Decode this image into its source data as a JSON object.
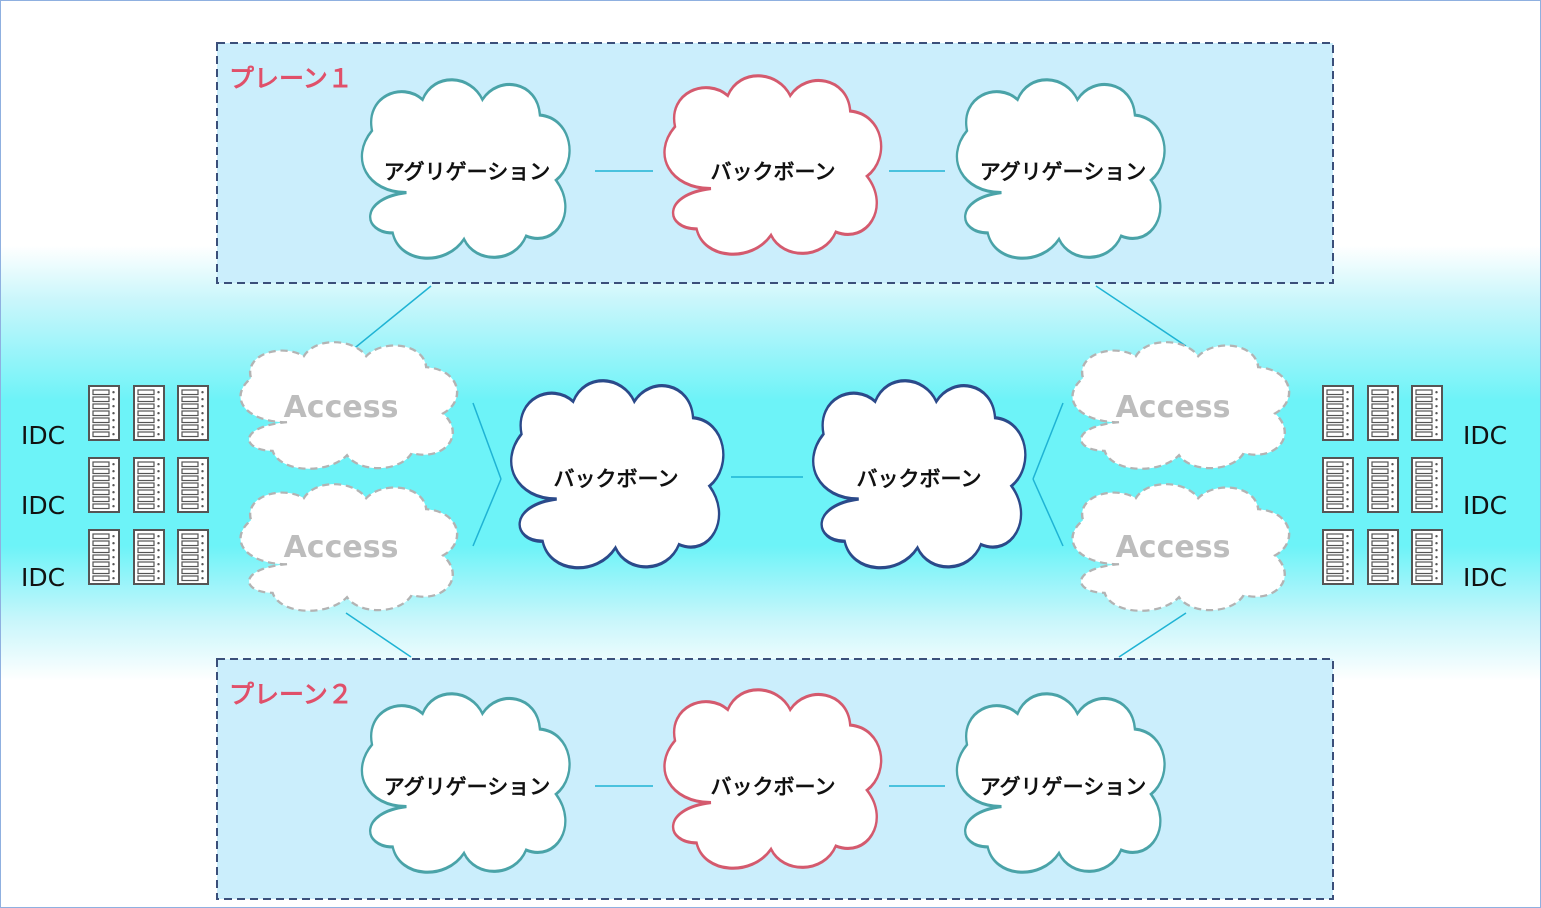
{
  "planes": [
    {
      "title": "プレーン１",
      "left": "アグリゲーション",
      "center": "バックボーン",
      "right": "アグリゲーション"
    },
    {
      "title": "プレーン２",
      "left": "アグリゲーション",
      "center": "バックボーン",
      "right": "アグリゲーション"
    }
  ],
  "middle": {
    "access_left": [
      "Access",
      "Access"
    ],
    "access_right": [
      "Access",
      "Access"
    ],
    "backbone_left": "バックボーン",
    "backbone_right": "バックボーン"
  },
  "idc": {
    "left": [
      "IDC",
      "IDC",
      "IDC"
    ],
    "right": [
      "IDC",
      "IDC",
      "IDC"
    ]
  },
  "colors": {
    "plane_fill": "#cbeefc",
    "plane_border": "#3b4f7a",
    "plane_title": "#e0506a",
    "aggregation_outline": "#4aa3a8",
    "plane_backbone_outline": "#d45a6e",
    "middle_backbone_outline": "#2b4a8a",
    "access_outline": "#b3b3b3",
    "link": "#1fb3d4",
    "band": "#6df3f8"
  },
  "icons": {
    "server": "server-rack-icon",
    "cloud": "cloud-icon"
  }
}
